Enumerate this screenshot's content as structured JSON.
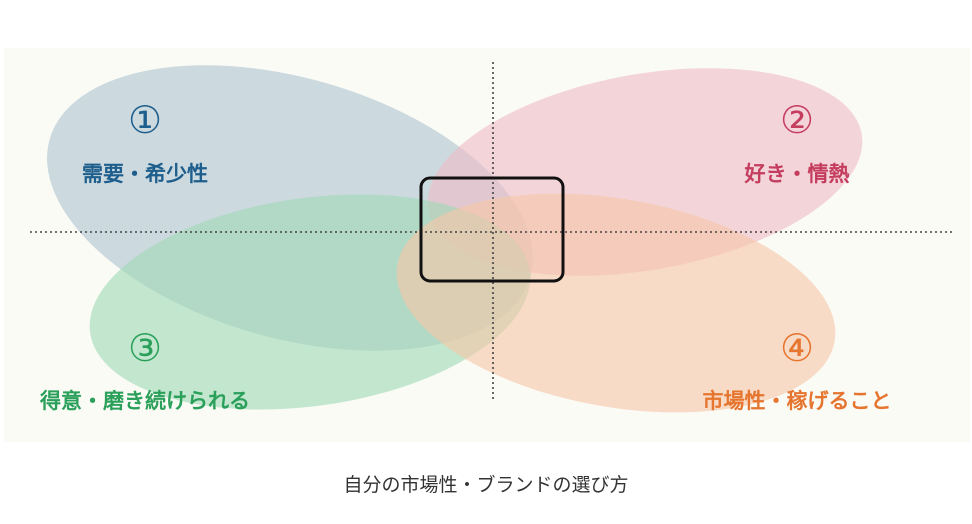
{
  "caption": "自分の市場性・ブランドの選び方",
  "colors": {
    "panel_bg": "#fbfbf6",
    "axis": "#444444",
    "center_box": "#111111"
  },
  "quadrants": [
    {
      "number": "①",
      "label": "需要・希少性",
      "color": "#1d5e8c",
      "fill": "#aec3d1"
    },
    {
      "number": "②",
      "label": "好き・情熱",
      "color": "#c43d5e",
      "fill": "#efbcc6"
    },
    {
      "number": "③",
      "label": "得意・磨き続けられる",
      "color": "#2aa05a",
      "fill": "#9ed9b6"
    },
    {
      "number": "④",
      "label": "市場性・稼げること",
      "color": "#e5752f",
      "fill": "#f6c6a6"
    }
  ]
}
